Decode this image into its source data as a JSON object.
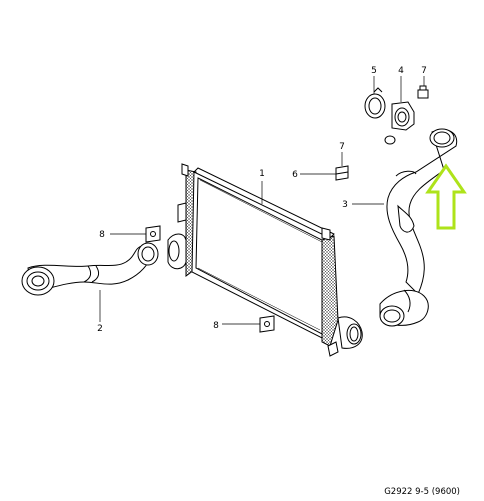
{
  "callouts": {
    "c1": "1",
    "c2": "2",
    "c3": "3",
    "c4": "4",
    "c5": "5",
    "c6": "6",
    "c7a": "7",
    "c7b": "7",
    "c8a": "8",
    "c8b": "8"
  },
  "caption": "G2922 9-5 (9600)",
  "colors": {
    "line": "#000000",
    "highlight_arrow": "#aee31a"
  }
}
